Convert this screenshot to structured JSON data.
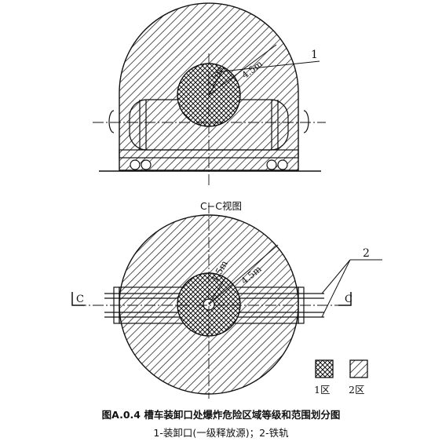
{
  "labels": {
    "leader_1": "1",
    "leader_2": "2",
    "radius_inner_top": "1.5m",
    "radius_outer_top": "4.5m",
    "radius_inner_bottom": "1.5m",
    "radius_outer_bottom": "4.5m",
    "section_left": "C",
    "section_right": "C",
    "view_name": "C−C视图"
  },
  "legend": {
    "zone1": "1区",
    "zone2": "2区"
  },
  "caption": {
    "title": "图A.0.4 槽车装卸口处爆炸危险区域等级和范围划分图",
    "note": "1-装卸口(一级释放源)；2-铁轨"
  }
}
